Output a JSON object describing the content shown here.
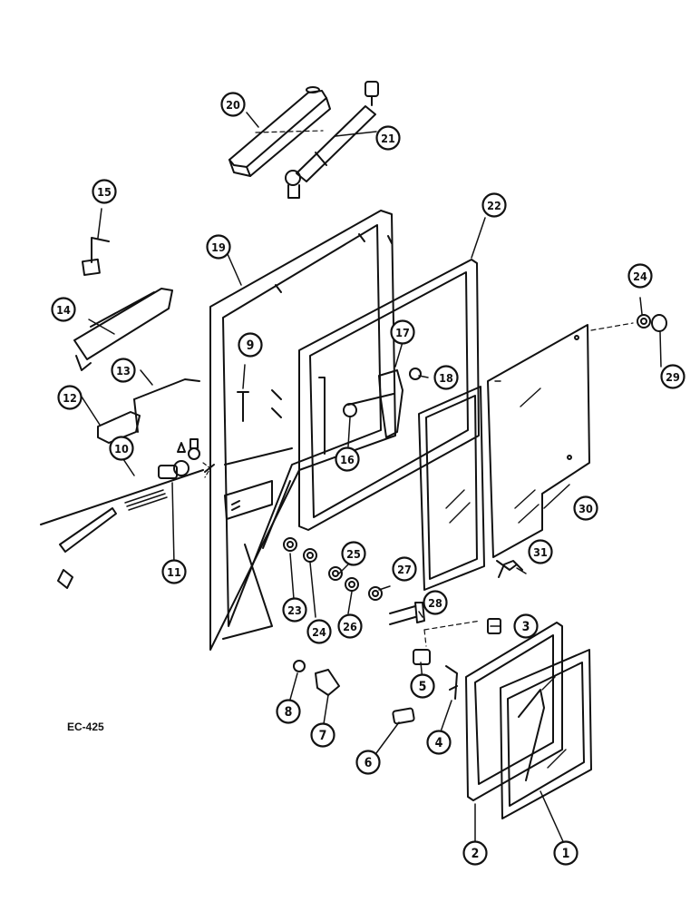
{
  "figure_code": "EC-425",
  "callouts": [
    "1",
    "2",
    "3",
    "4",
    "5",
    "6",
    "7",
    "8",
    "9",
    "10",
    "11",
    "12",
    "13",
    "14",
    "15",
    "16",
    "17",
    "18",
    "19",
    "20",
    "21",
    "22",
    "23",
    "24",
    "25",
    "26",
    "27",
    "28",
    "29",
    "30",
    "31",
    "24"
  ],
  "colors": {
    "ink": "#111111",
    "paper": "#ffffff"
  }
}
